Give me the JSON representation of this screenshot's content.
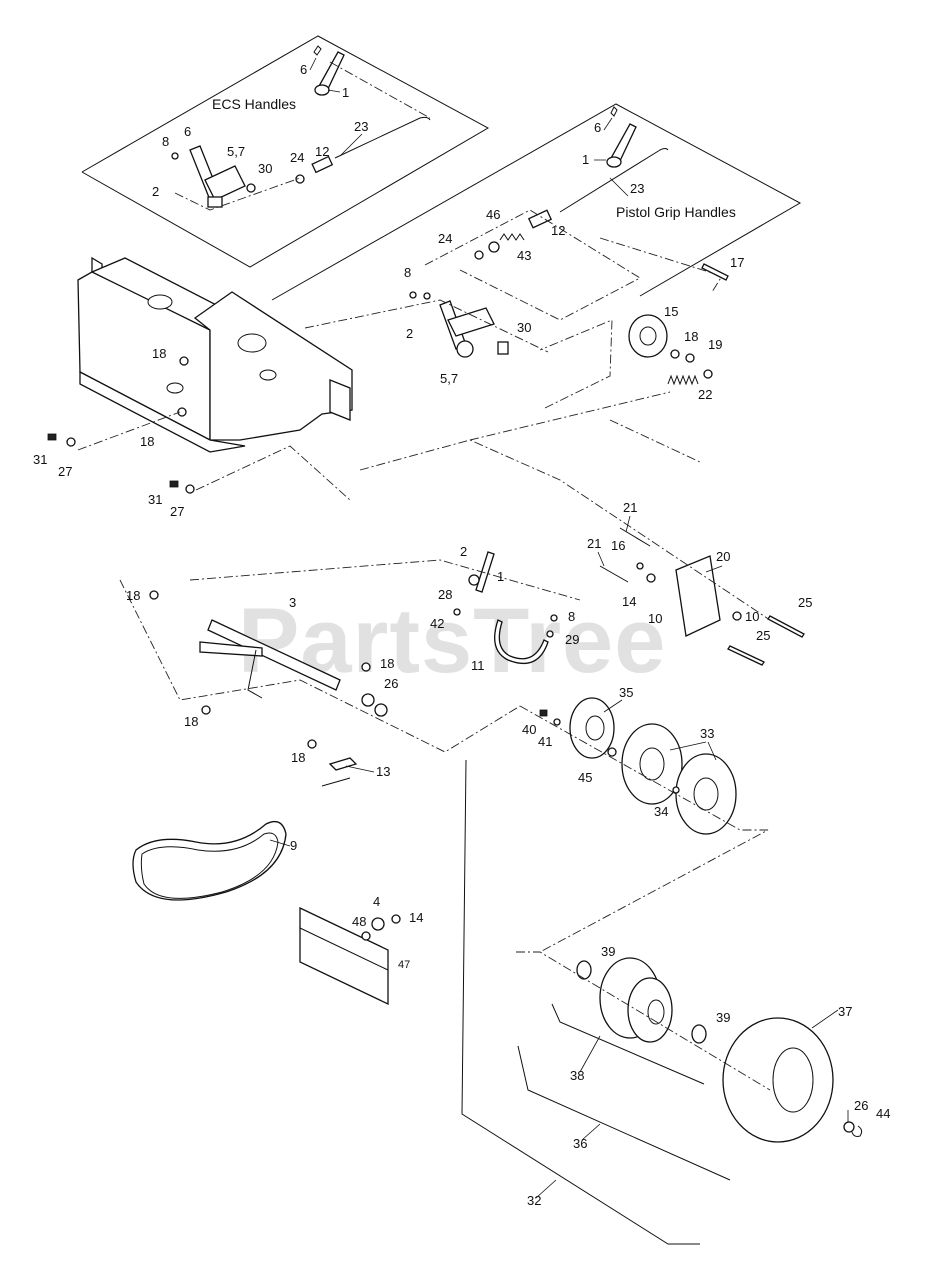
{
  "sections": {
    "ecs_handles": "ECS Handles",
    "pistol_grip_handles": "Pistol Grip Handles"
  },
  "watermark": "PartsTree",
  "callouts": {
    "c_6a": "6",
    "c_1a": "1",
    "c_23a": "23",
    "c_8a": "8",
    "c_6b": "6",
    "c_57a": "5,7",
    "c_30a": "30",
    "c_24a": "24",
    "c_12a": "12",
    "c_2a": "2",
    "c_6c": "6",
    "c_1b": "1",
    "c_23b": "23",
    "c_46": "46",
    "c_24b": "24",
    "c_12b": "12",
    "c_43": "43",
    "c_17": "17",
    "c_8b": "8",
    "c_2b": "2",
    "c_30b": "30",
    "c_57b": "5,7",
    "c_15": "15",
    "c_18a": "18",
    "c_19": "19",
    "c_22": "22",
    "c_18b": "18",
    "c_18c": "18",
    "c_31a": "31",
    "c_27a": "27",
    "c_31b": "31",
    "c_27b": "27",
    "c_21a": "21",
    "c_21b": "21",
    "c_16": "16",
    "c_20": "20",
    "c_14a": "14",
    "c_10a": "10",
    "c_10b": "10",
    "c_25a": "25",
    "c_25b": "25",
    "c_2c": "2",
    "c_1c": "1",
    "c_28": "28",
    "c_8c": "8",
    "c_42": "42",
    "c_29": "29",
    "c_11": "11",
    "c_18d": "18",
    "c_3": "3",
    "c_18e": "18",
    "c_26a": "26",
    "c_18f": "18",
    "c_18g": "18",
    "c_13": "13",
    "c_35": "35",
    "c_40": "40",
    "c_41": "41",
    "c_33": "33",
    "c_45": "45",
    "c_34": "34",
    "c_9": "9",
    "c_4": "4",
    "c_48": "48",
    "c_14b": "14",
    "c_47": "47",
    "c_39a": "39",
    "c_39b": "39",
    "c_37": "37",
    "c_38": "38",
    "c_26b": "26",
    "c_44": "44",
    "c_36": "36",
    "c_32": "32"
  }
}
